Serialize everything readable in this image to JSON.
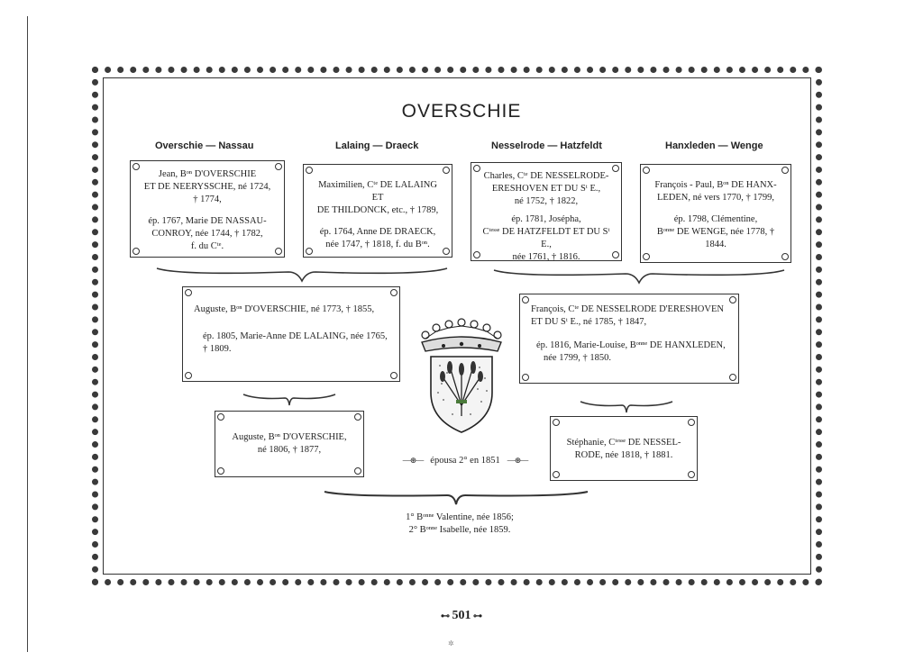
{
  "title": "OVERSCHIE",
  "columns": [
    "Overschie — Nassau",
    "Lalaing — Draeck",
    "Nesselrode — Hatzfeldt",
    "Hanxleden — Wenge"
  ],
  "gen1": {
    "overschie": [
      "Jean, Bᵒⁿ D'OVERSCHIE",
      "ET DE NEERYSSCHE, né 1724,",
      "† 1774,",
      "ép. 1767, Marie DE NASSAU-",
      "CONROY, née 1744, † 1782,",
      "f. du Cᵗᵉ."
    ],
    "lalaing": [
      "Maximilien, Cᵗᵉ DE LALAING ET",
      "DE THILDONCK, etc., † 1789,",
      "ép. 1764, Anne DE DRAECK,",
      "née 1747, † 1818, f. du Bᵒⁿ."
    ],
    "nesselrode": [
      "Charles, Cᵗᵉ DE NESSELRODE-",
      "ERESHOVEN ET DU Sᵗ E.,",
      "né 1752, † 1822,",
      "ép. 1781, Josépha,",
      "Cᵗᵉˢˢᵉ DE HATZFELDT ET DU Sᵗ E.,",
      "née 1761, † 1816."
    ],
    "hanxleden": [
      "François - Paul, Bᵒⁿ DE HANX-",
      "LEDEN, né vers 1770, † 1799,",
      "ép. 1798, Clémentine,",
      "Bᵒⁿⁿᵉ DE WENGE, née 1778, † 1844."
    ]
  },
  "gen2": {
    "auguste": [
      "Auguste, Bᵒⁿ D'OVERSCHIE, né 1773, † 1855,",
      "ép. 1805, Marie-Anne DE LALAING, née 1765,",
      "† 1809."
    ],
    "francois": [
      "François, Cᵗᵉ DE NESSELRODE D'ERESHOVEN",
      "ET DU Sᵗ E., né 1785, † 1847,",
      "ép. 1816, Marie-Louise, Bᵒⁿⁿᵉ DE HANXLEDEN,",
      "née 1799, † 1850."
    ]
  },
  "gen3": {
    "auguste2": [
      "Auguste, Bᵒⁿ D'OVERSCHIE,",
      "né 1806, † 1877,"
    ],
    "stephanie": [
      "Stéphanie, Cᵗᵉˢˢᵉ DE NESSEL-",
      "RODE, née 1818, † 1881."
    ]
  },
  "epousa": "épousa 2° en 1851",
  "daughters": [
    "1° Bᵒⁿⁿᵉ Valentine, née 1856;",
    "2° Bᵒⁿⁿᵉ Isabelle, née 1859."
  ],
  "page_number": "501"
}
